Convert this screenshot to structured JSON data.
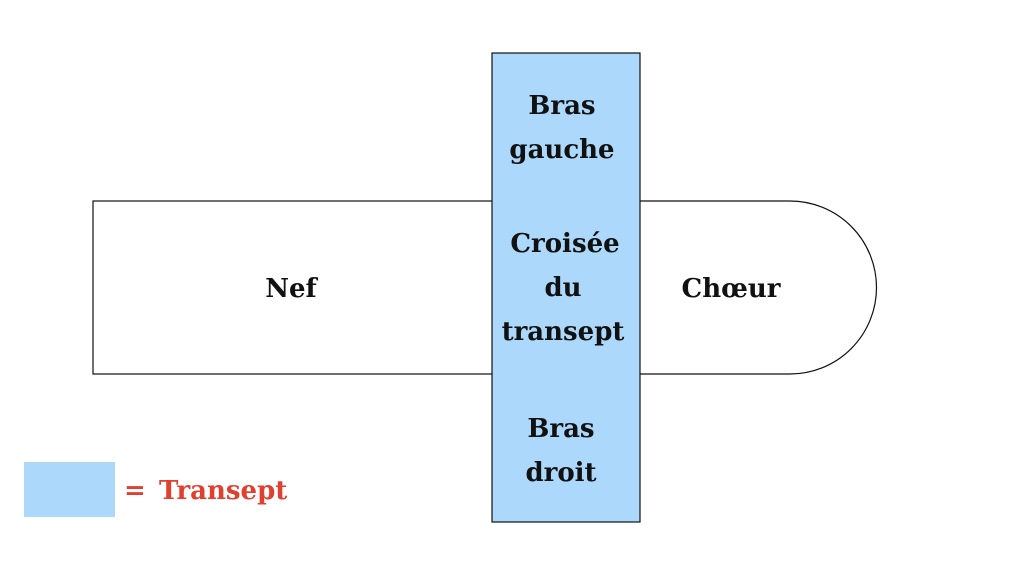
{
  "colors": {
    "transept_fill": "#acd8fb",
    "outline": "#111111",
    "label_text": "#111111",
    "legend_text": "#e2402f"
  },
  "plan": {
    "nef": {
      "label": "Nef"
    },
    "choeur": {
      "label": "Chœur"
    },
    "transept": {
      "bras_gauche": {
        "line1": "Bras",
        "line2": "gauche"
      },
      "croisee": {
        "line1": "Croisée",
        "line2": "du",
        "line3": "transept"
      },
      "bras_droit": {
        "line1": "Bras",
        "line2": "droit"
      }
    }
  },
  "legend": {
    "equals": "=",
    "label": "Transept"
  }
}
